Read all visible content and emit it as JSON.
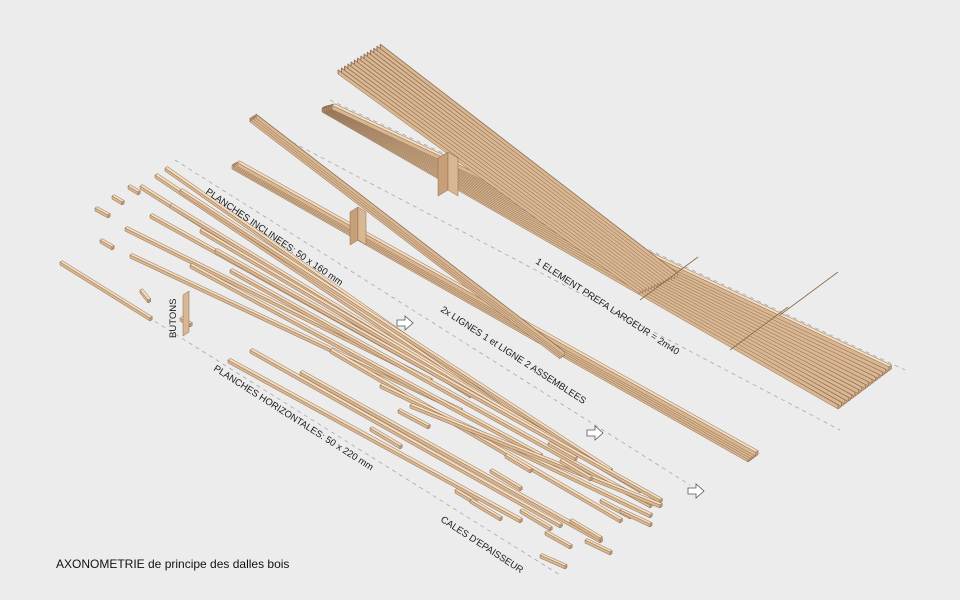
{
  "labels": {
    "planches_inclinees": "PLANCHES INCLINEES: 50 x 160 mm",
    "buttons": "BUTONS",
    "planches_horizontales": "PLANCHES HORIZONTALES: 50 x 220 mm",
    "cales": "CALES D'EPAISSEUR",
    "lignes": "2x LIGNES 1 et LIGNE 2 ASSEMBLEES",
    "element": "1 ELEMENT PREFA LARGEUR = 2m40"
  },
  "caption": "AXONOMETRIE de principe des dalles bois",
  "colors": {
    "background": "#ececec",
    "wood_top": "#f3dcc0",
    "wood_side": "#d9b792",
    "wood_dark": "#c79f79",
    "wood_edge": "#8a6a4e",
    "dash": "#a8a8a8"
  }
}
